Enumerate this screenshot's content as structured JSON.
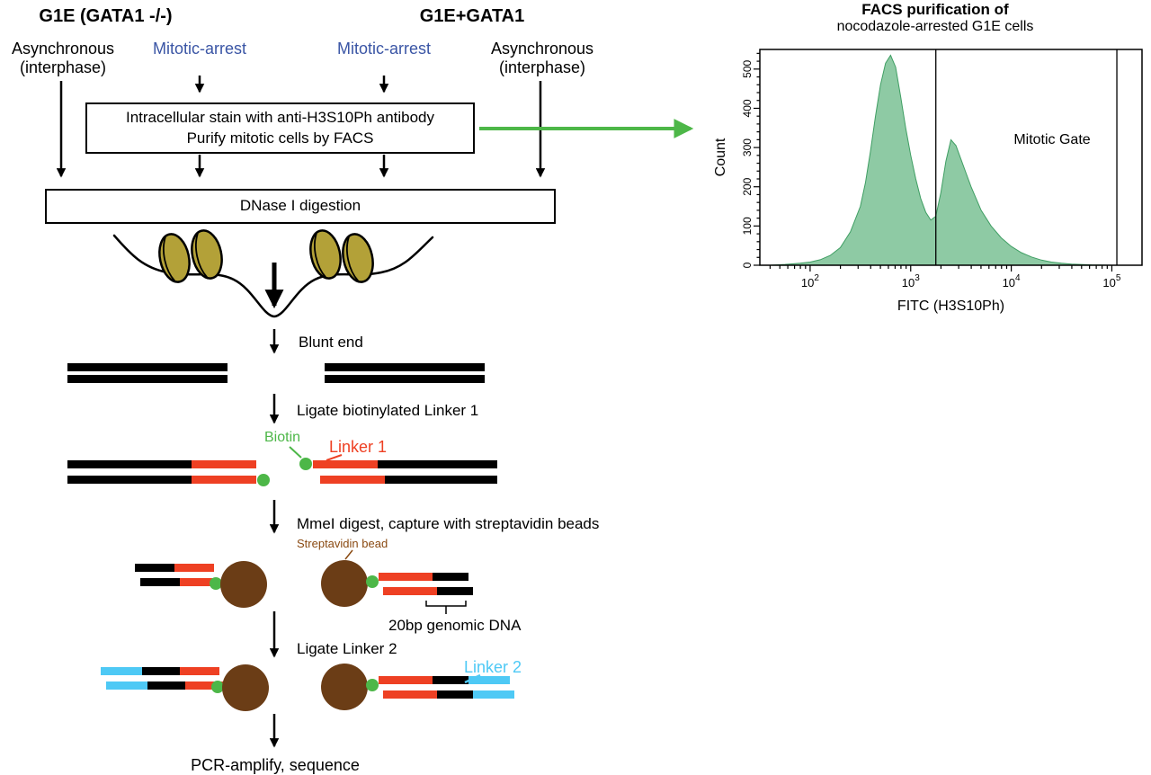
{
  "colors": {
    "blue_label": "#3a55a5",
    "green": "#4db748",
    "red": "#ee4023",
    "brown": "#6b3d16",
    "brown_text": "#8a4a12",
    "cyan": "#4ec9f5",
    "olive": "#b3a138",
    "hist_fill": "#8ecaa4",
    "hist_stroke": "#3f9e63"
  },
  "flowchart": {
    "group1_title": "G1E (GATA1 -/-)",
    "group2_title": "G1E+GATA1",
    "col1_label": "Asynchronous\n(interphase)",
    "col2_label": "Mitotic-arrest",
    "col3_label": "Mitotic-arrest",
    "col4_label": "Asynchronous\n(interphase)",
    "stain_box": "Intracellular stain with anti-H3S10Ph antibody\nPurify mitotic cells by FACS",
    "dnase_box": "DNase I digestion",
    "step_blunt": "Blunt end",
    "step_ligate1": "Ligate biotinylated Linker 1",
    "label_biotin": "Biotin",
    "label_linker1": "Linker 1",
    "step_mmei": "MmeI digest, capture with streptavidin beads",
    "label_streptavidin": "Streptavidin bead",
    "label_20bp": "20bp genomic DNA",
    "step_ligate2": "Ligate Linker 2",
    "label_linker2": "Linker 2",
    "step_pcr": "PCR-amplify, sequence"
  },
  "facs": {
    "title_line1": "FACS purification of",
    "title_line2": "nocodazole-arrested G1E cells"
  },
  "chart_data": {
    "type": "area",
    "title": "FACS purification of nocodazole-arrested G1E cells",
    "xlabel": "FITC (H3S10Ph)",
    "ylabel": "Count",
    "x_scale": "log10",
    "x_range_log10": [
      1.5,
      5.3
    ],
    "ylim": [
      0,
      550
    ],
    "grid": false,
    "x_ticks": [
      {
        "log10": 2,
        "base": "10",
        "exp": "2"
      },
      {
        "log10": 3,
        "base": "10",
        "exp": "3"
      },
      {
        "log10": 4,
        "base": "10",
        "exp": "4"
      },
      {
        "log10": 5,
        "base": "10",
        "exp": "5"
      }
    ],
    "y_ticks": [
      0,
      100,
      200,
      300,
      400,
      500
    ],
    "gate": {
      "label": "Mitotic Gate",
      "x_log10": [
        3.25,
        5.05
      ]
    },
    "series": [
      {
        "name": "nocodazole-arrested G1E cells (anti-H3S10Ph FITC)",
        "points": [
          [
            1.6,
            0
          ],
          [
            1.75,
            2
          ],
          [
            1.9,
            5
          ],
          [
            2.0,
            8
          ],
          [
            2.1,
            14
          ],
          [
            2.2,
            25
          ],
          [
            2.3,
            45
          ],
          [
            2.4,
            85
          ],
          [
            2.5,
            150
          ],
          [
            2.55,
            210
          ],
          [
            2.6,
            290
          ],
          [
            2.65,
            380
          ],
          [
            2.7,
            460
          ],
          [
            2.75,
            515
          ],
          [
            2.8,
            535
          ],
          [
            2.85,
            505
          ],
          [
            2.9,
            430
          ],
          [
            2.95,
            350
          ],
          [
            3.0,
            280
          ],
          [
            3.05,
            220
          ],
          [
            3.1,
            170
          ],
          [
            3.15,
            135
          ],
          [
            3.2,
            115
          ],
          [
            3.25,
            125
          ],
          [
            3.3,
            185
          ],
          [
            3.35,
            265
          ],
          [
            3.4,
            320
          ],
          [
            3.45,
            305
          ],
          [
            3.5,
            270
          ],
          [
            3.55,
            235
          ],
          [
            3.6,
            200
          ],
          [
            3.65,
            170
          ],
          [
            3.7,
            140
          ],
          [
            3.8,
            100
          ],
          [
            3.9,
            70
          ],
          [
            4.0,
            48
          ],
          [
            4.1,
            32
          ],
          [
            4.2,
            21
          ],
          [
            4.3,
            13
          ],
          [
            4.4,
            8
          ],
          [
            4.5,
            5
          ],
          [
            4.6,
            3
          ],
          [
            4.8,
            1
          ],
          [
            5.0,
            0
          ],
          [
            5.25,
            0
          ]
        ]
      }
    ]
  }
}
